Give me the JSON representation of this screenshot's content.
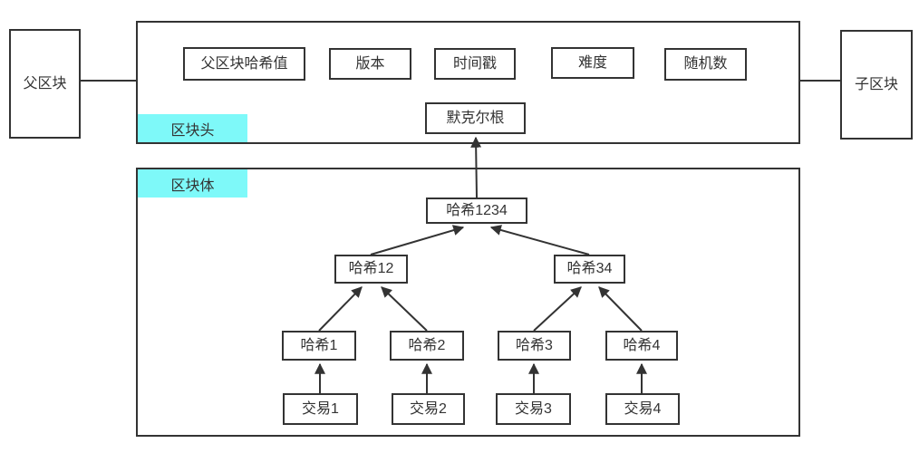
{
  "diagram": {
    "title_semantic": "blockchain-block-structure",
    "parent_block": "父区块",
    "child_block": "子区块",
    "header_label": "区块头",
    "body_label": "区块体",
    "header_fields": {
      "parent_hash": "父区块哈希值",
      "version": "版本",
      "timestamp": "时间戳",
      "difficulty": "难度",
      "nonce": "随机数",
      "merkle_root": "默克尔根"
    },
    "merkle_tree": {
      "root": "哈希1234",
      "branches": [
        "哈希12",
        "哈希34"
      ],
      "leaves": [
        "哈希1",
        "哈希2",
        "哈希3",
        "哈希4"
      ],
      "transactions": [
        "交易1",
        "交易2",
        "交易3",
        "交易4"
      ]
    },
    "colors": {
      "label_bg": "#7ef9f9",
      "line": "#333333",
      "text": "#333333",
      "background": "#ffffff"
    }
  }
}
